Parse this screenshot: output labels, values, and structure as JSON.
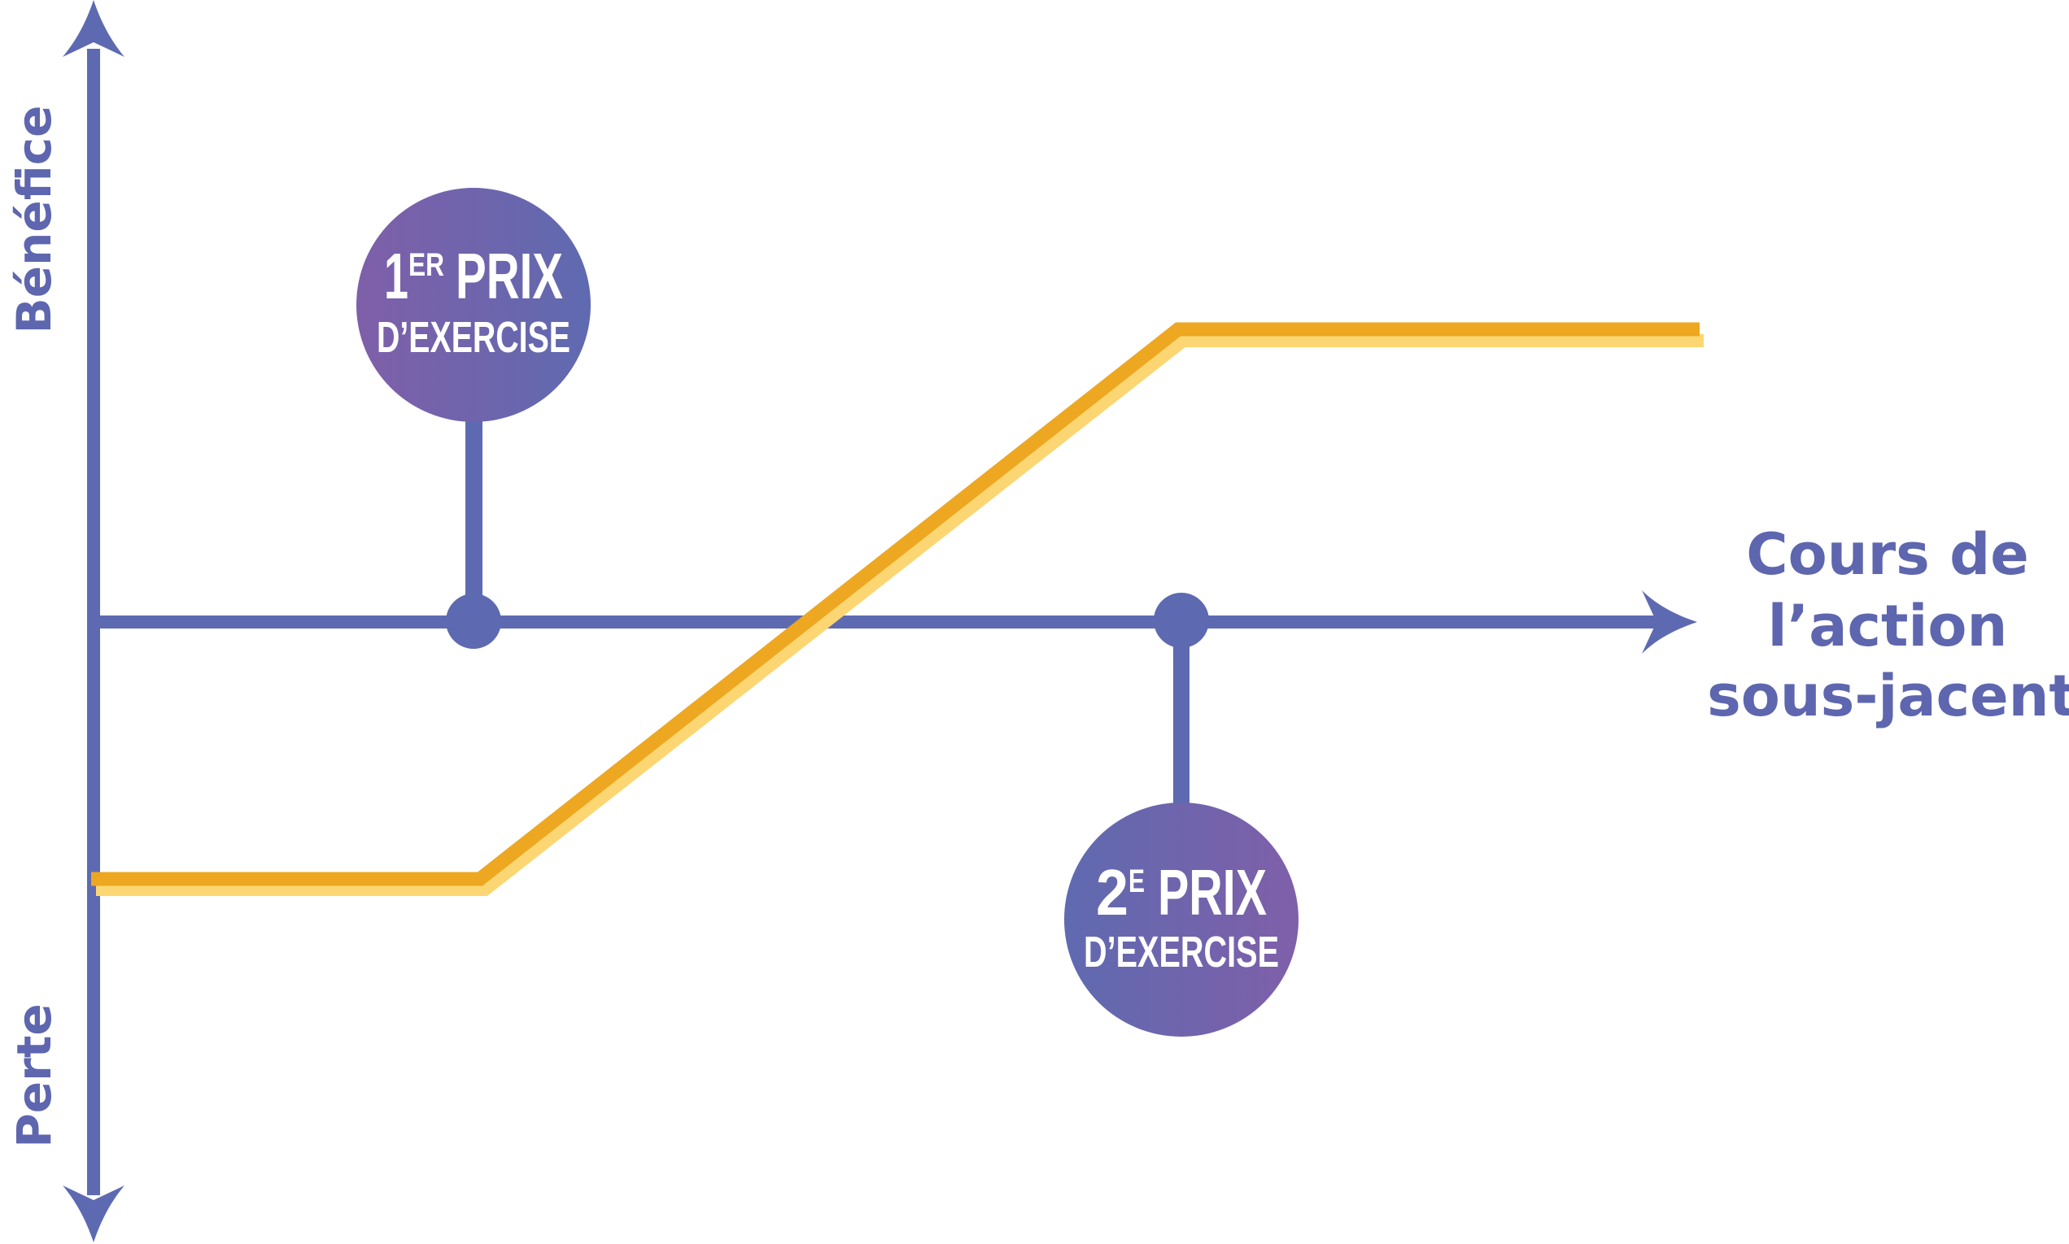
{
  "diagram": {
    "type": "payoff-diagram",
    "y_axis": {
      "top_label": "Bénéfice",
      "bottom_label": "Perte"
    },
    "x_axis": {
      "label_lines": [
        "Cours de",
        "l’action",
        "sous-jacent"
      ]
    },
    "strikes": [
      {
        "id": "strike-1",
        "number": "1",
        "superscript": "ER",
        "title": "PRIX",
        "subtitle": "D’EXERCISE",
        "position": "above-axis"
      },
      {
        "id": "strike-2",
        "number": "2",
        "superscript": "E",
        "title": "PRIX",
        "subtitle": "D’EXERCISE",
        "position": "below-axis"
      }
    ],
    "payoff_shape": [
      "flat-loss",
      "rising",
      "flat-profit"
    ],
    "colors": {
      "axis": "#5d6ab1",
      "payoff_line": "#eda721",
      "payoff_shadow": "#fcd672",
      "badge_gradient_purple": "#7f5fa9",
      "badge_gradient_blue": "#5f6ab0",
      "badge_text": "#ffffff"
    }
  }
}
